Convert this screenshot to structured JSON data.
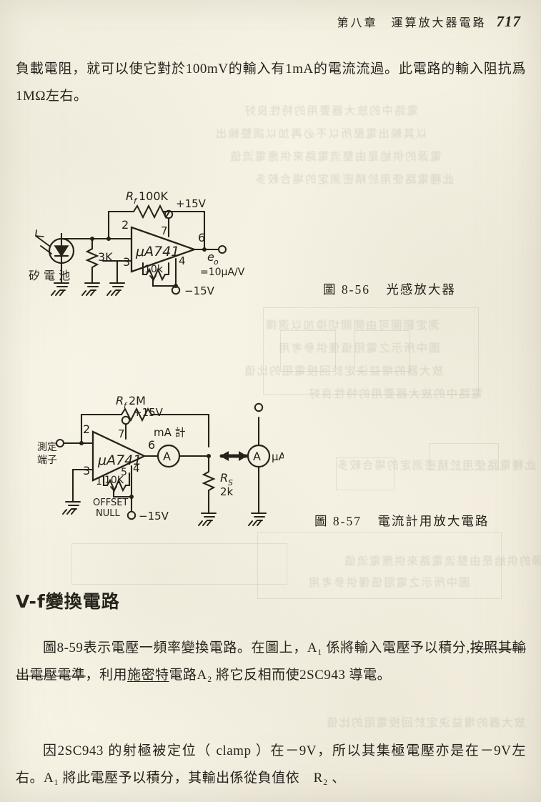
{
  "page": {
    "number": "717",
    "paper_color": "#f3efe1",
    "ink_color": "#26231c"
  },
  "header": {
    "chapter": "第八章　運算放大器電路",
    "page_number": "717"
  },
  "paragraphs": {
    "p1": "負載電阻，就可以使它對於100mV的輸入有1mA的電流流過。此電路的輸入阻抗爲1MΩ左右。",
    "p2_a": "圖8-59表示電壓一頻率變換電路。在圖上，A₁ 係將輸入電壓予以積分,",
    "p2_strike": "按照其輸出電壓電準",
    "p2_b": "，利用",
    "p2_under": "施密特",
    "p2_c": "電路A₂ 將它反相而使2SC943 導電。",
    "p3": "因2SC943 的射極被定位（ clamp ）在－9V，所以其集極電壓亦是在－9V左右。A₁ 將此電壓予以積分，其輸出係從負值依　R₂ 、"
  },
  "section_heading": "V-f變換電路",
  "figures": [
    {
      "id": "fig-8-56",
      "caption_number": "圖 8-56",
      "caption_title": "光感放大器",
      "opamp": "μA741",
      "labels": {
        "rf": "R",
        "rf_sub": "f",
        "rf_value": "100K",
        "vplus": "+15V",
        "vminus": "−15V",
        "pin_inv": "2",
        "pin_noninv": "3",
        "pin_out": "6",
        "pin_vplus": "7",
        "pin_vminus": "4",
        "trim": "10k",
        "r3k": "3K",
        "source": "矽 電 池",
        "out_name": "e",
        "out_sub": "o",
        "out_gain": "=10μA/V"
      }
    },
    {
      "id": "fig-8-57",
      "caption_number": "圖 8-57",
      "caption_title": "電流計用放大電路",
      "opamp": "μA741",
      "labels": {
        "rf": "R",
        "rf_sub": "f",
        "rf_value": "2M",
        "vplus": "+15V",
        "vminus": "−15V",
        "pin_inv": "2",
        "pin_noninv": "3",
        "pin_out": "6",
        "pin_vplus": "7",
        "pin_vminus": "4",
        "pin_offset1": "1",
        "pin_offset5": "5",
        "trim": "10K",
        "offset_l1": "OFFSET",
        "offset_l2": "NULL",
        "input_terminal_l1": "測定",
        "input_terminal_l2": "端子",
        "meter_ma": "mA 計",
        "meter_ua": "μA計",
        "meter_symbol": "A",
        "rs": "R",
        "rs_sub": "S",
        "rs_value": "2k"
      }
    }
  ],
  "ghost_lines": [
    "電路中的放大器要用的特性良好",
    "以其輸出電壓所以不必再加以調整輸出",
    "電源的供給是由整流電路來供應電流值",
    "此種電路使用於精密測定的場合較多",
    "測定範圍可由開關切換加以選擇",
    "圖中所示之電阻值僅供參考用",
    "放大器的增益決定於回授電阻的比值"
  ]
}
